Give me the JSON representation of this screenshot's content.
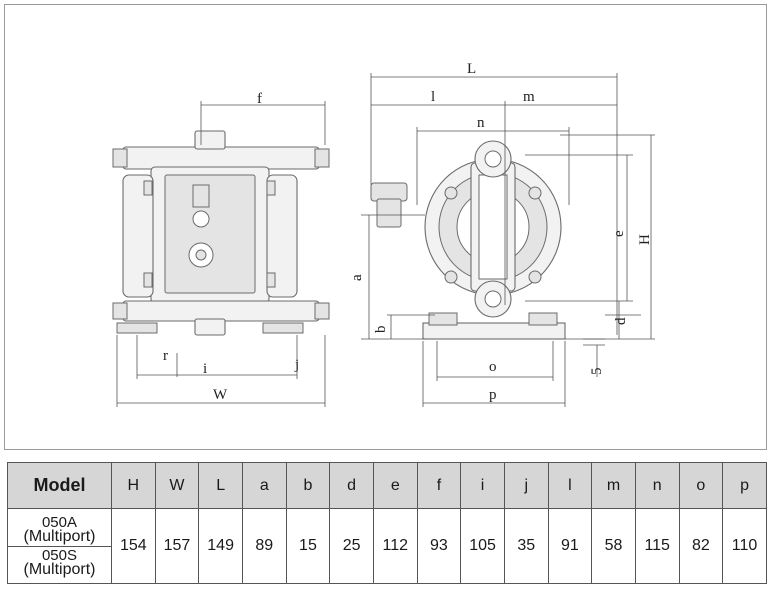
{
  "drawing": {
    "labels": {
      "f": "f",
      "L": "L",
      "l": "l",
      "m": "m",
      "n": "n",
      "e": "e",
      "H": "H",
      "a": "a",
      "b": "b",
      "d": "d",
      "r": "r",
      "i": "i",
      "j": "j",
      "W": "W",
      "o": "o",
      "p": "p",
      "five": "5"
    }
  },
  "table": {
    "headers": [
      "Model",
      "H",
      "W",
      "L",
      "a",
      "b",
      "d",
      "e",
      "f",
      "i",
      "j",
      "l",
      "m",
      "n",
      "o",
      "p"
    ],
    "model": {
      "first": "050A",
      "first_sub": "(Multiport)",
      "second": "050S",
      "second_sub": "(Multiport)"
    },
    "values": [
      "154",
      "157",
      "149",
      "89",
      "15",
      "25",
      "112",
      "93",
      "105",
      "35",
      "91",
      "58",
      "115",
      "82",
      "110"
    ]
  }
}
